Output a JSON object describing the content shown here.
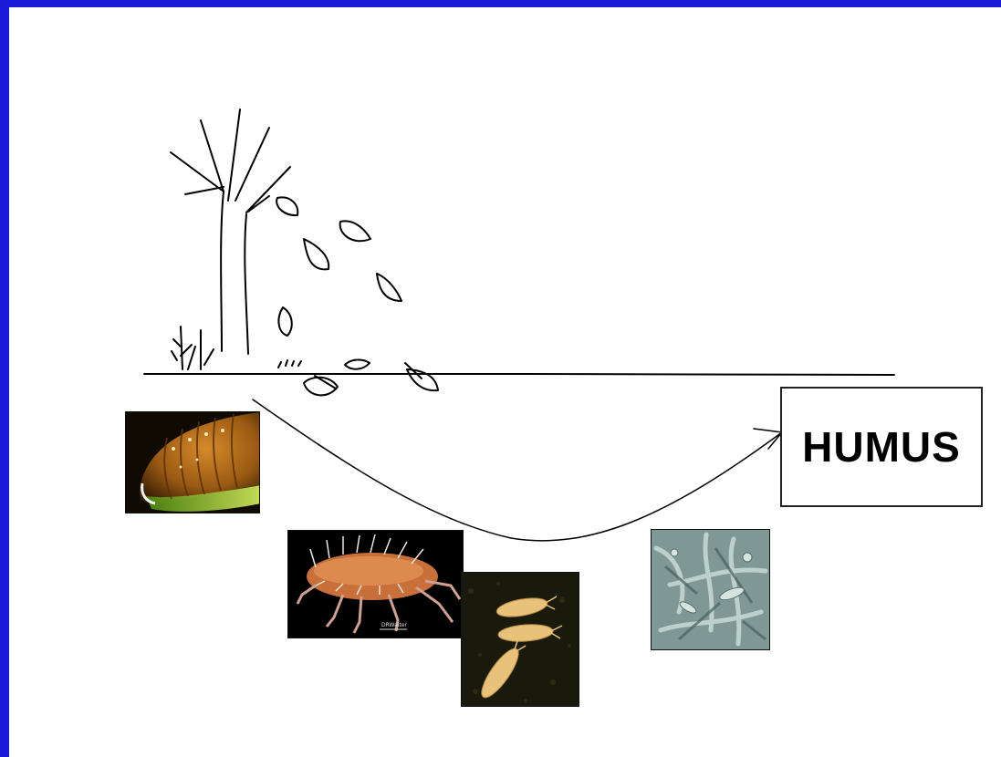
{
  "slide": {
    "frame_color": "#1c1cd8",
    "background": "#ffffff"
  },
  "diagram": {
    "humus_label": "HUMUS",
    "nodes": [
      {
        "id": "tree-and-leaves",
        "icon": "tree-icon"
      },
      {
        "id": "earthworm",
        "icon": "earthworm-photo"
      },
      {
        "id": "mite",
        "icon": "mite-photo"
      },
      {
        "id": "springtails",
        "icon": "springtail-photo"
      },
      {
        "id": "fungi-bacteria",
        "icon": "microbe-photo"
      },
      {
        "id": "humus",
        "icon": "humus-box"
      }
    ],
    "mite_photo_caption": "DRWalter"
  }
}
